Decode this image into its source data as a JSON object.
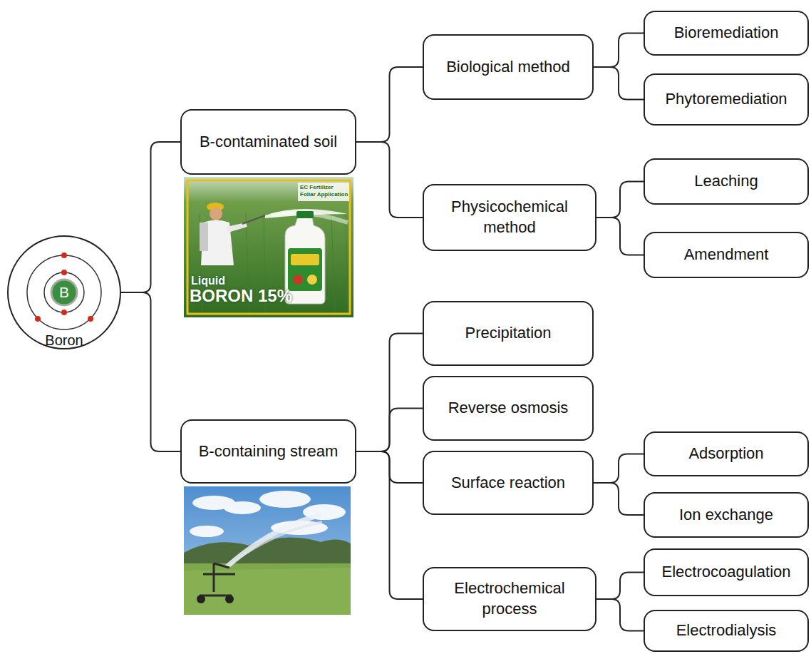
{
  "diagram": {
    "nodes": [
      {
        "text": [
          "B",
          "Boron"
        ]
      },
      {
        "text": [
          "B-contaminated soil"
        ]
      },
      {
        "text": [
          "Biological method"
        ]
      },
      {
        "text": [
          "Bioremediation"
        ]
      },
      {
        "text": [
          "Phytoremediation"
        ]
      },
      {
        "text": [
          "Physicochemical method"
        ]
      },
      {
        "text": [
          "Leaching"
        ]
      },
      {
        "text": [
          "Amendment"
        ]
      },
      {
        "text": [
          "B-containing stream"
        ]
      },
      {
        "text": [
          "Precipitation"
        ]
      },
      {
        "text": [
          "Reverse osmosis"
        ]
      },
      {
        "text": [
          "Surface reaction"
        ]
      },
      {
        "text": [
          "Adsorption"
        ]
      },
      {
        "text": [
          "Ion exchange"
        ]
      },
      {
        "text": [
          "Electrochemical process"
        ]
      },
      {
        "text": [
          "Electrocoagulation"
        ]
      },
      {
        "text": [
          "Electrodialysis"
        ]
      }
    ],
    "edges": [
      {
        "from": 0,
        "to": 1,
        "arrow": "none"
      },
      {
        "from": 0,
        "to": 8,
        "arrow": "none"
      },
      {
        "from": 1,
        "to": 2,
        "arrow": "none"
      },
      {
        "from": 1,
        "to": 5,
        "arrow": "none"
      },
      {
        "from": 2,
        "to": 3,
        "arrow": "none"
      },
      {
        "from": 2,
        "to": 4,
        "arrow": "none"
      },
      {
        "from": 5,
        "to": 6,
        "arrow": "none"
      },
      {
        "from": 5,
        "to": 7,
        "arrow": "none"
      },
      {
        "from": 8,
        "to": 9,
        "arrow": "none"
      },
      {
        "from": 8,
        "to": 10,
        "arrow": "none"
      },
      {
        "from": 8,
        "to": 11,
        "arrow": "none"
      },
      {
        "from": 8,
        "to": 14,
        "arrow": "none"
      },
      {
        "from": 11,
        "to": 12,
        "arrow": "none"
      },
      {
        "from": 11,
        "to": 13,
        "arrow": "none"
      },
      {
        "from": 14,
        "to": 15,
        "arrow": "none"
      },
      {
        "from": 14,
        "to": 16,
        "arrow": "none"
      }
    ],
    "labels": [
      "EC Fertilizer",
      "Foliar Application",
      "Liquid",
      "BORON 15%"
    ]
  }
}
